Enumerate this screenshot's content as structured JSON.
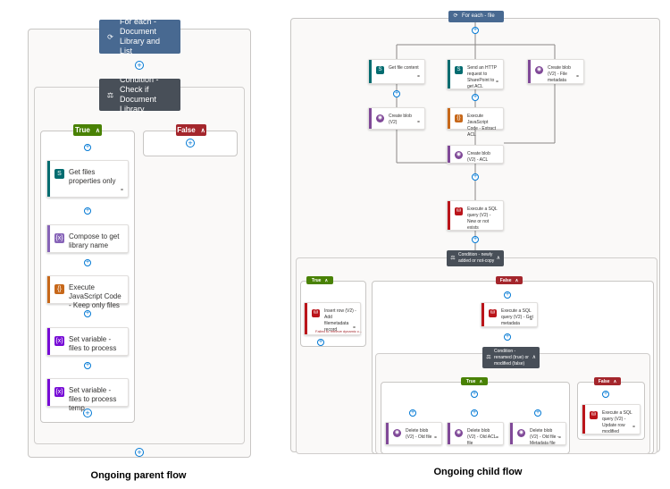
{
  "parent": {
    "foreach_title": "For each - Document Library and List",
    "condition_title": "Condition - Check if Document Library",
    "true_label": "True",
    "false_label": "False",
    "actions": [
      {
        "label": "Get files properties only",
        "color": "#036c70"
      },
      {
        "label": "Compose to get library name",
        "color": "#8764b8"
      },
      {
        "label": "Execute JavaScript Code - Keep only files",
        "color": "#c7681a"
      },
      {
        "label": "Set variable - files to process",
        "color": "#770bd6"
      },
      {
        "label": "Set variable - files to process temp",
        "color": "#770bd6"
      }
    ],
    "caption": "Ongoing parent flow"
  },
  "child": {
    "foreach_title": "For each - file",
    "top_actions": [
      {
        "label": "Get file content",
        "color": "#036c70"
      },
      {
        "label": "Send an HTTP request to SharePoint to get ACL",
        "color": "#036c70"
      },
      {
        "label": "Create blob (V2) - File metadata",
        "color": "#804998"
      }
    ],
    "create_blob": {
      "label": "Create blob (V2)",
      "color": "#804998"
    },
    "execute_js": {
      "label": "Execute JavaScript Code - Extract ACL",
      "color": "#c7681a"
    },
    "create_blob_acl": {
      "label": "Create blob (V2) - ACL",
      "color": "#804998"
    },
    "sql_new": {
      "label": "Execute a SQL query (V2) - New or not exists",
      "color": "#ba141a"
    },
    "condition1_title": "Condition - newly added or not-copy",
    "true_label": "True",
    "false_label": "False",
    "insert_row": {
      "label": "Insert row (V2) - Add filemetadata record",
      "error": "Failed to retrieve dynamic c...",
      "color": "#ba141a"
    },
    "sql_get": {
      "label": "Execute a SQL query (V2) - Get metadata",
      "color": "#ba141a"
    },
    "condition2_title": "Condition - renamed (true) or modified (false)",
    "delete_actions": [
      {
        "label": "Delete blob (V2) - Old file",
        "color": "#804998"
      },
      {
        "label": "Delete blob (V2) - Old ACL file",
        "color": "#804998"
      },
      {
        "label": "Delete blob (V2) - Old file - Metadata file",
        "color": "#804998"
      }
    ],
    "sql_update": {
      "label": "Execute a SQL query (V2) - Update row modified",
      "color": "#ba141a"
    },
    "caption": "Ongoing child flow"
  },
  "icons": {
    "foreach": "loop-icon",
    "condition": "condition-icon",
    "link": "link-icon",
    "chevron": "chevron-up-icon"
  }
}
